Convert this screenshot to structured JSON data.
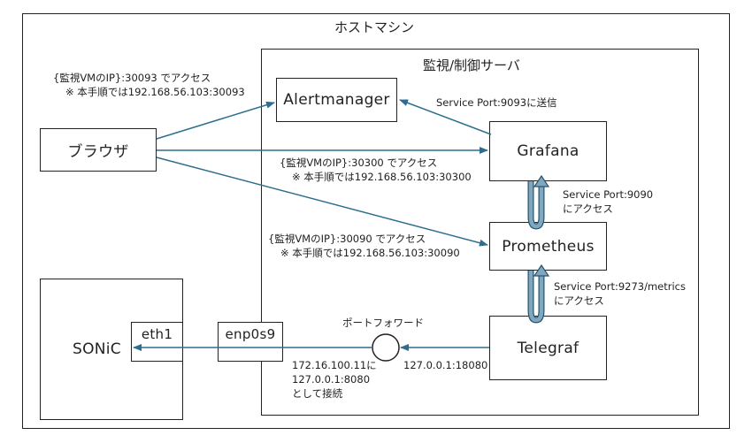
{
  "host": {
    "title": "ホストマシン"
  },
  "server": {
    "title": "監視/制御サーバ"
  },
  "nodes": {
    "alertmanager": "Alertmanager",
    "browser": "ブラウザ",
    "grafana": "Grafana",
    "prometheus": "Prometheus",
    "telegraf": "Telegraf",
    "sonic": "SONiC",
    "eth1": "eth1",
    "enp0s9": "enp0s9"
  },
  "labels": {
    "access_30093_line1": "{監視VMのIP}:30093 でアクセス",
    "access_30093_line2": "※ 本手順では192.168.56.103:30093",
    "access_30300_line1": "{監視VMのIP}:30300 でアクセス",
    "access_30300_line2": "※ 本手順では192.168.56.103:30300",
    "access_30090_line1": "{監視VMのIP}:30090 でアクセス",
    "access_30090_line2": "※ 本手順では192.168.56.103:30090",
    "service_9093": "Service Port:9093に送信",
    "service_9090_line1": "Service Port:9090",
    "service_9090_line2": "にアクセス",
    "service_9273_line1": "Service Port:9273/metrics",
    "service_9273_line2": "にアクセス",
    "port_forward": "ポートフォワード",
    "telegraf_target": "127.0.0.1:18080",
    "forward_desc_line1": "172.16.100.11に",
    "forward_desc_line2": "127.0.0.1:8080",
    "forward_desc_line3": "として接続"
  },
  "colors": {
    "arrow": "#2d6e8e",
    "loop_arrow": "#6f9bb3",
    "border": "#222222"
  }
}
